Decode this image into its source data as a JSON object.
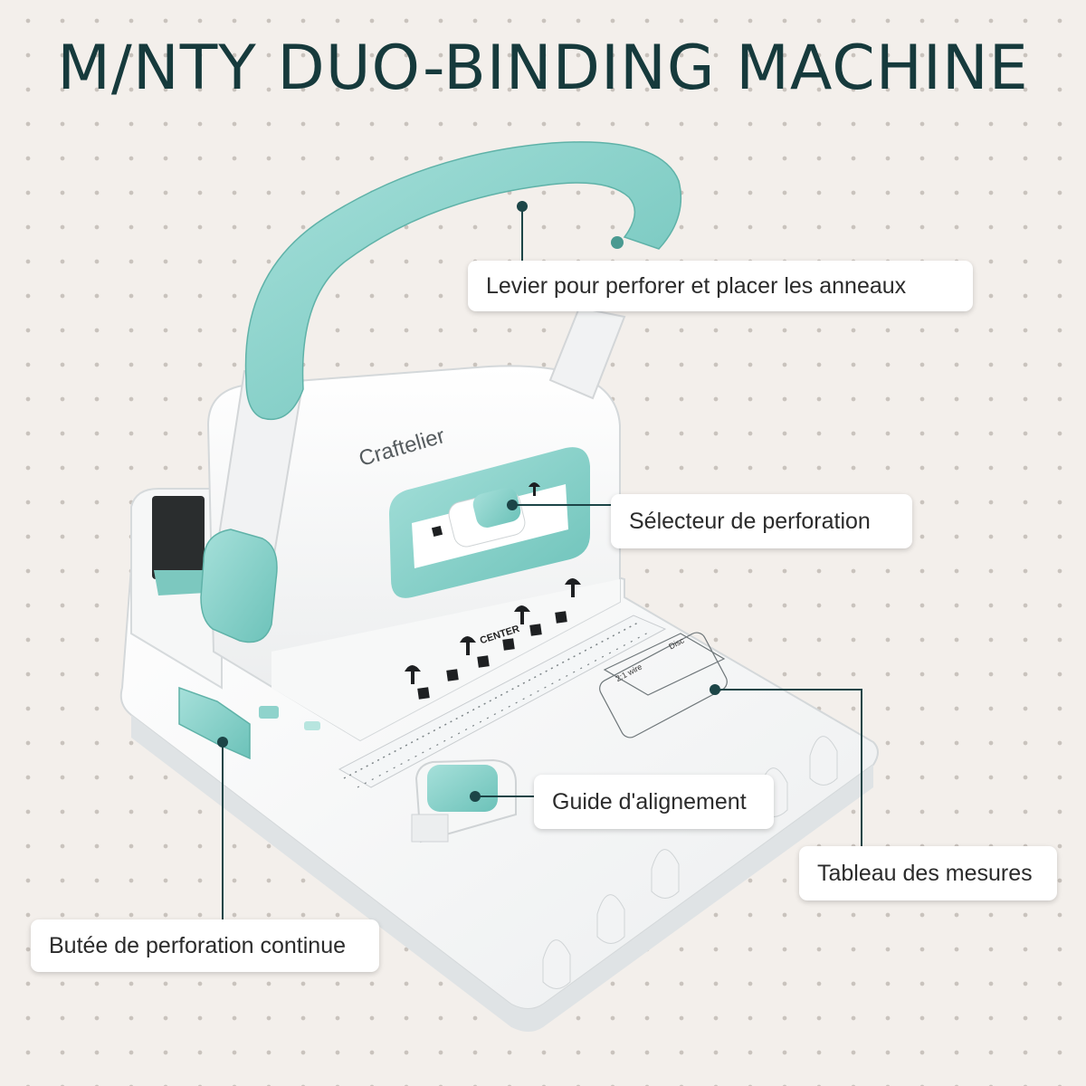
{
  "title": "M/NTY DUO-BINDING MACHINE",
  "brand": "Craftelier",
  "colors": {
    "accent_mint": "#8fd3cc",
    "accent_mint_dark": "#5fb9b0",
    "title_color": "#163a3c",
    "body_white": "#fbfbfb",
    "background": "#f3efeb"
  },
  "machine_labels": {
    "center": "CENTER",
    "wire_label": "2:1 wire",
    "disc_label": "Disc"
  },
  "callouts": [
    {
      "id": "lever",
      "text": "Levier pour perforer et placer les anneaux"
    },
    {
      "id": "selector",
      "text": "Sélecteur de perforation"
    },
    {
      "id": "guide",
      "text": "Guide d'alignement"
    },
    {
      "id": "table",
      "text": "Tableau des mesures"
    },
    {
      "id": "stop",
      "text": "Butée de perforation continue"
    }
  ]
}
